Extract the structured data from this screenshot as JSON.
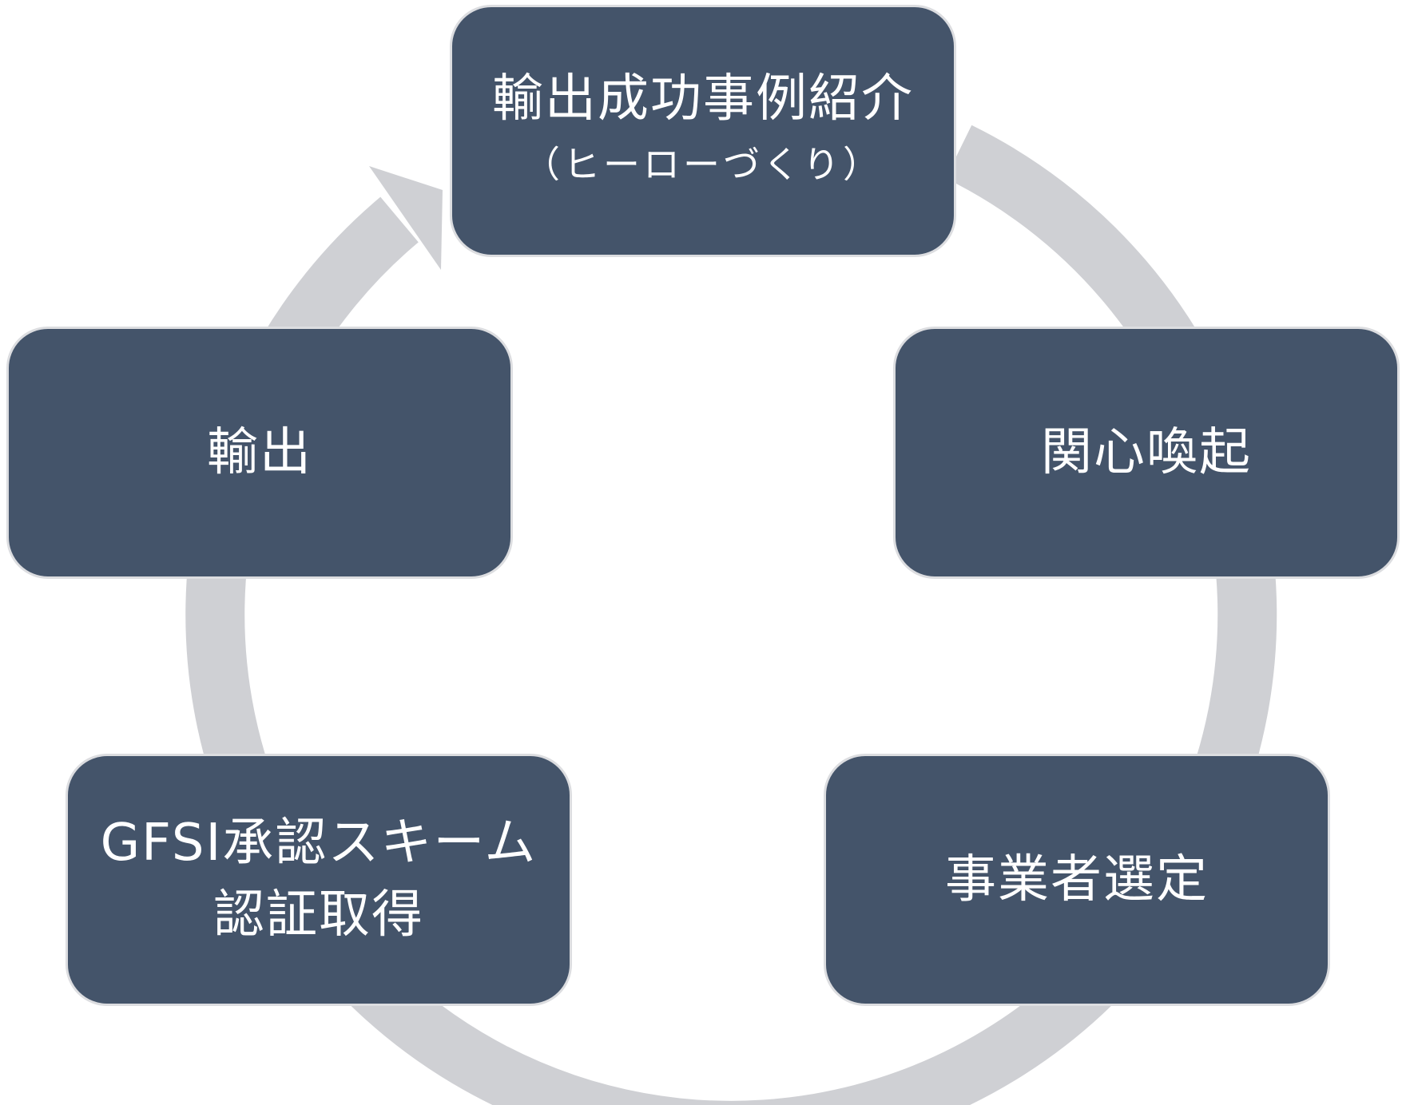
{
  "colors": {
    "node_fill": "#44546a",
    "node_border": "#dcdde0",
    "ring": "#cfd0d4",
    "text": "#ffffff"
  },
  "nodes": [
    {
      "label": "輸出成功事例紹介",
      "sublabel": "（ヒーローづくり）"
    },
    {
      "label": "関心喚起"
    },
    {
      "label": "事業者選定"
    },
    {
      "label": "GFSI承認スキーム認証取得"
    },
    {
      "label": "輸出"
    }
  ]
}
